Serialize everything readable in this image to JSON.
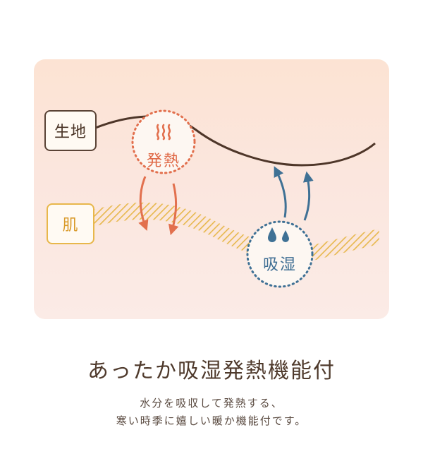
{
  "diagram": {
    "fabric_label": "生地",
    "skin_label": "肌",
    "heat_label": "発熱",
    "moisture_label": "吸湿"
  },
  "heading": "あったか吸湿発熱機能付",
  "description": {
    "line1": "水分を吸収して発熱する、",
    "line2": "寒い時季に嬉しい暖か機能付です。"
  },
  "colors": {
    "fabric_line": "#4e3629",
    "skin_stripe": "#e7b84d",
    "heat": "#e2704e",
    "moisture": "#3f7195",
    "panel_bg": "#fce3d3"
  }
}
